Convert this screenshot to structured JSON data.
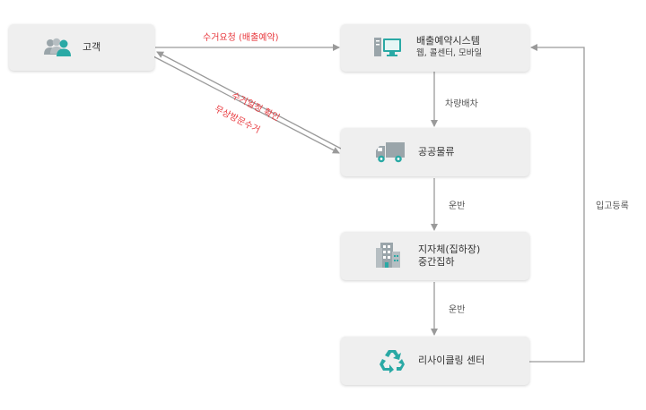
{
  "nodes": {
    "customer": {
      "label": "고객"
    },
    "system": {
      "label": "배출예약시스템",
      "sub": "웹, 콜센터, 모바일"
    },
    "logistics": {
      "label": "공공물류"
    },
    "local": {
      "label": "지자체(집하장)",
      "sub": "중간집하"
    },
    "recycle": {
      "label": "리사이클링 센터"
    }
  },
  "edges": {
    "customer_to_system": "수거요청 (배출예약)",
    "schedule_confirm": "수거일정 확인",
    "free_visit": "무상방문수거",
    "dispatch": "차량배차",
    "transport1": "운반",
    "transport2": "운반",
    "inbound": "입고등록"
  },
  "colors": {
    "node_bg": "#efefef",
    "wire": "#9a9a9a",
    "red_label": "#e8393e",
    "icon_teal": "#2aa9a5",
    "icon_gray": "#9aa5aa"
  }
}
